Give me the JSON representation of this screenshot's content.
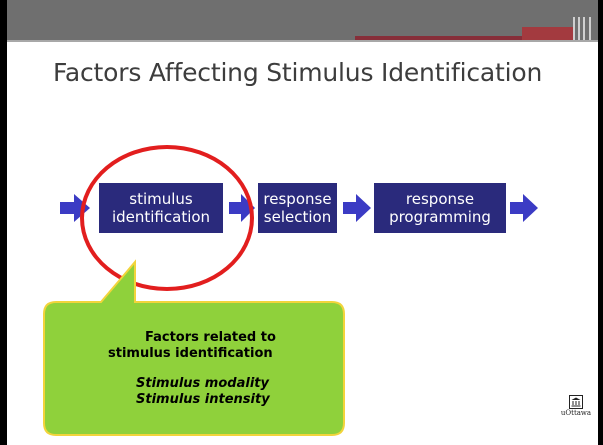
{
  "slide": {
    "title": "Factors Affecting Stimulus Identification"
  },
  "diagram": {
    "stages": [
      {
        "line1": "stimulus",
        "line2": "identification"
      },
      {
        "line1": "response",
        "line2": "selection"
      },
      {
        "line1": "response",
        "line2": "programming"
      }
    ],
    "colors": {
      "box": "#2a2a7c",
      "arrow": "#3b3bc4",
      "circle": "#e21e1e",
      "callout_fill": "#8fd13b",
      "callout_border": "#f2d43b"
    }
  },
  "callout": {
    "heading_line1": "Factors related to",
    "heading_line2": "stimulus identification",
    "item1": "Stimulus modality",
    "item2": "Stimulus intensity"
  },
  "logo": {
    "name": "uOttawa",
    "icon": "building-icon"
  }
}
